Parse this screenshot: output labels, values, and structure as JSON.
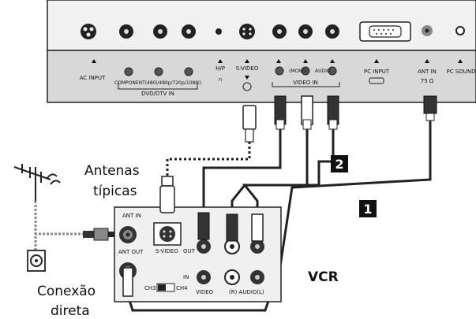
{
  "tv_panel": {
    "ac_input": "AC INPUT",
    "component": "COMPONENT(480i/480p/720p/1080i)",
    "dvd_dtv_in": "DVD/DTV IN",
    "hp": "H/P",
    "s_video": "S-VIDEO",
    "mono": "(MONO)",
    "audio": "AUDIO",
    "video_in": "VIDEO IN",
    "pc_input": "PC INPUT",
    "ant_in": "ANT IN",
    "ant_ohm": "75 Ω",
    "pc_sound": "PC SOUND"
  },
  "vcr_panel": {
    "ant_in": "ANT IN",
    "ant_out": "ANT OUT",
    "s_video": "S-VIDEO",
    "out": "OUT",
    "in": "IN",
    "ch3": "CH3",
    "ch4": "CH4",
    "video": "VIDEO",
    "audio_rl": "(R)  AUDIO(L)"
  },
  "labels": {
    "antenas_line1": "Antenas",
    "antenas_line2": "típicas",
    "conexao_line1": "Conexão",
    "conexao_line2": "direta",
    "vcr": "VCR",
    "badge_1": "1",
    "badge_2": "2"
  }
}
